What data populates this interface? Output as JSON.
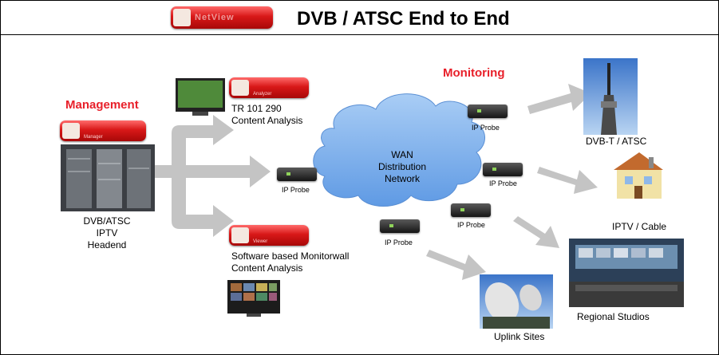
{
  "title": "DVB / ATSC End to End",
  "badges": {
    "title": "NetView",
    "management": "Manager",
    "analyzer": "Analyzer",
    "viewer": "Viewer"
  },
  "labels": {
    "management": "Management",
    "monitoring": "Monitoring",
    "headend": [
      "DVB/ATSC",
      "IPTV",
      "Headend"
    ],
    "tr101290": [
      "TR 101 290",
      "Content Analysis"
    ],
    "monitorwall": [
      "Software based Monitorwall",
      "Content Analysis"
    ],
    "wan": [
      "WAN",
      "Distribution",
      "Network"
    ],
    "ip_probe": "IP Probe",
    "dvbt": "DVB-T / ATSC",
    "iptv": "IPTV / Cable",
    "regional": "Regional Studios",
    "uplink": "Uplink Sites"
  },
  "colors": {
    "accent": "#e8202a",
    "cloud": "#7fb2ee",
    "arrow": "#c4c4c4"
  }
}
